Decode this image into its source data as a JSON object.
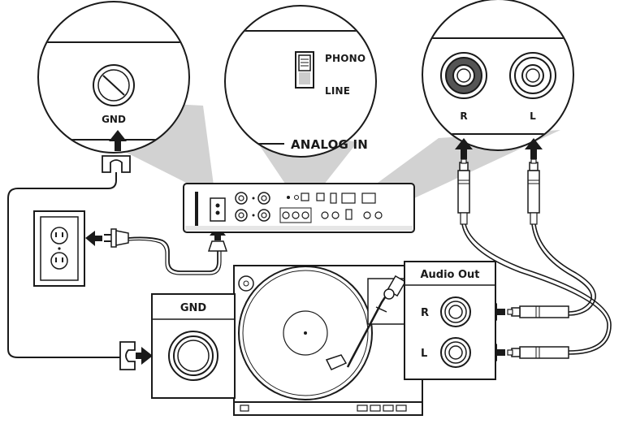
{
  "labels": {
    "gnd_zoom": "GND",
    "phono": "PHONO",
    "line": "LINE",
    "analog_in": "ANALOG IN",
    "right_zoom": "R",
    "left_zoom": "L",
    "turntable_gnd": "GND",
    "audio_out": "Audio Out",
    "audio_out_r": "R",
    "audio_out_l": "L"
  },
  "colors": {
    "line": "#1a1a1a",
    "callout_shadow": "#cfcfcf",
    "device": "#ffffff",
    "background": "#ffffff"
  }
}
